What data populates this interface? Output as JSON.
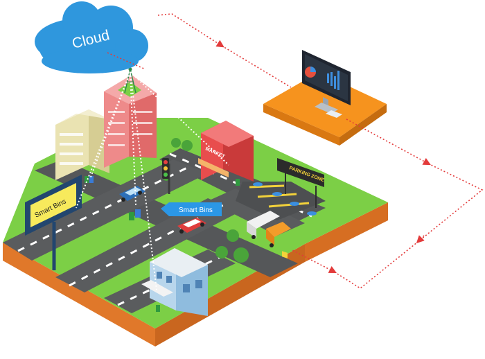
{
  "cloud": {
    "label": "Cloud"
  },
  "billboard": {
    "label": "Smart Bins"
  },
  "callout": {
    "label": "Smart Bins"
  },
  "market_sign": {
    "label": "MARKET"
  },
  "parking_sign": {
    "label": "PARKING ZONE"
  },
  "colors": {
    "cloud": "#2f97dd",
    "grass": "#7ccf46",
    "road": "#555759",
    "platform": "#f6931e",
    "link_line": "#e33b3b",
    "callout": "#2b97e6",
    "billboard_frame": "#22466f",
    "billboard_face": "#f7ea5c"
  }
}
